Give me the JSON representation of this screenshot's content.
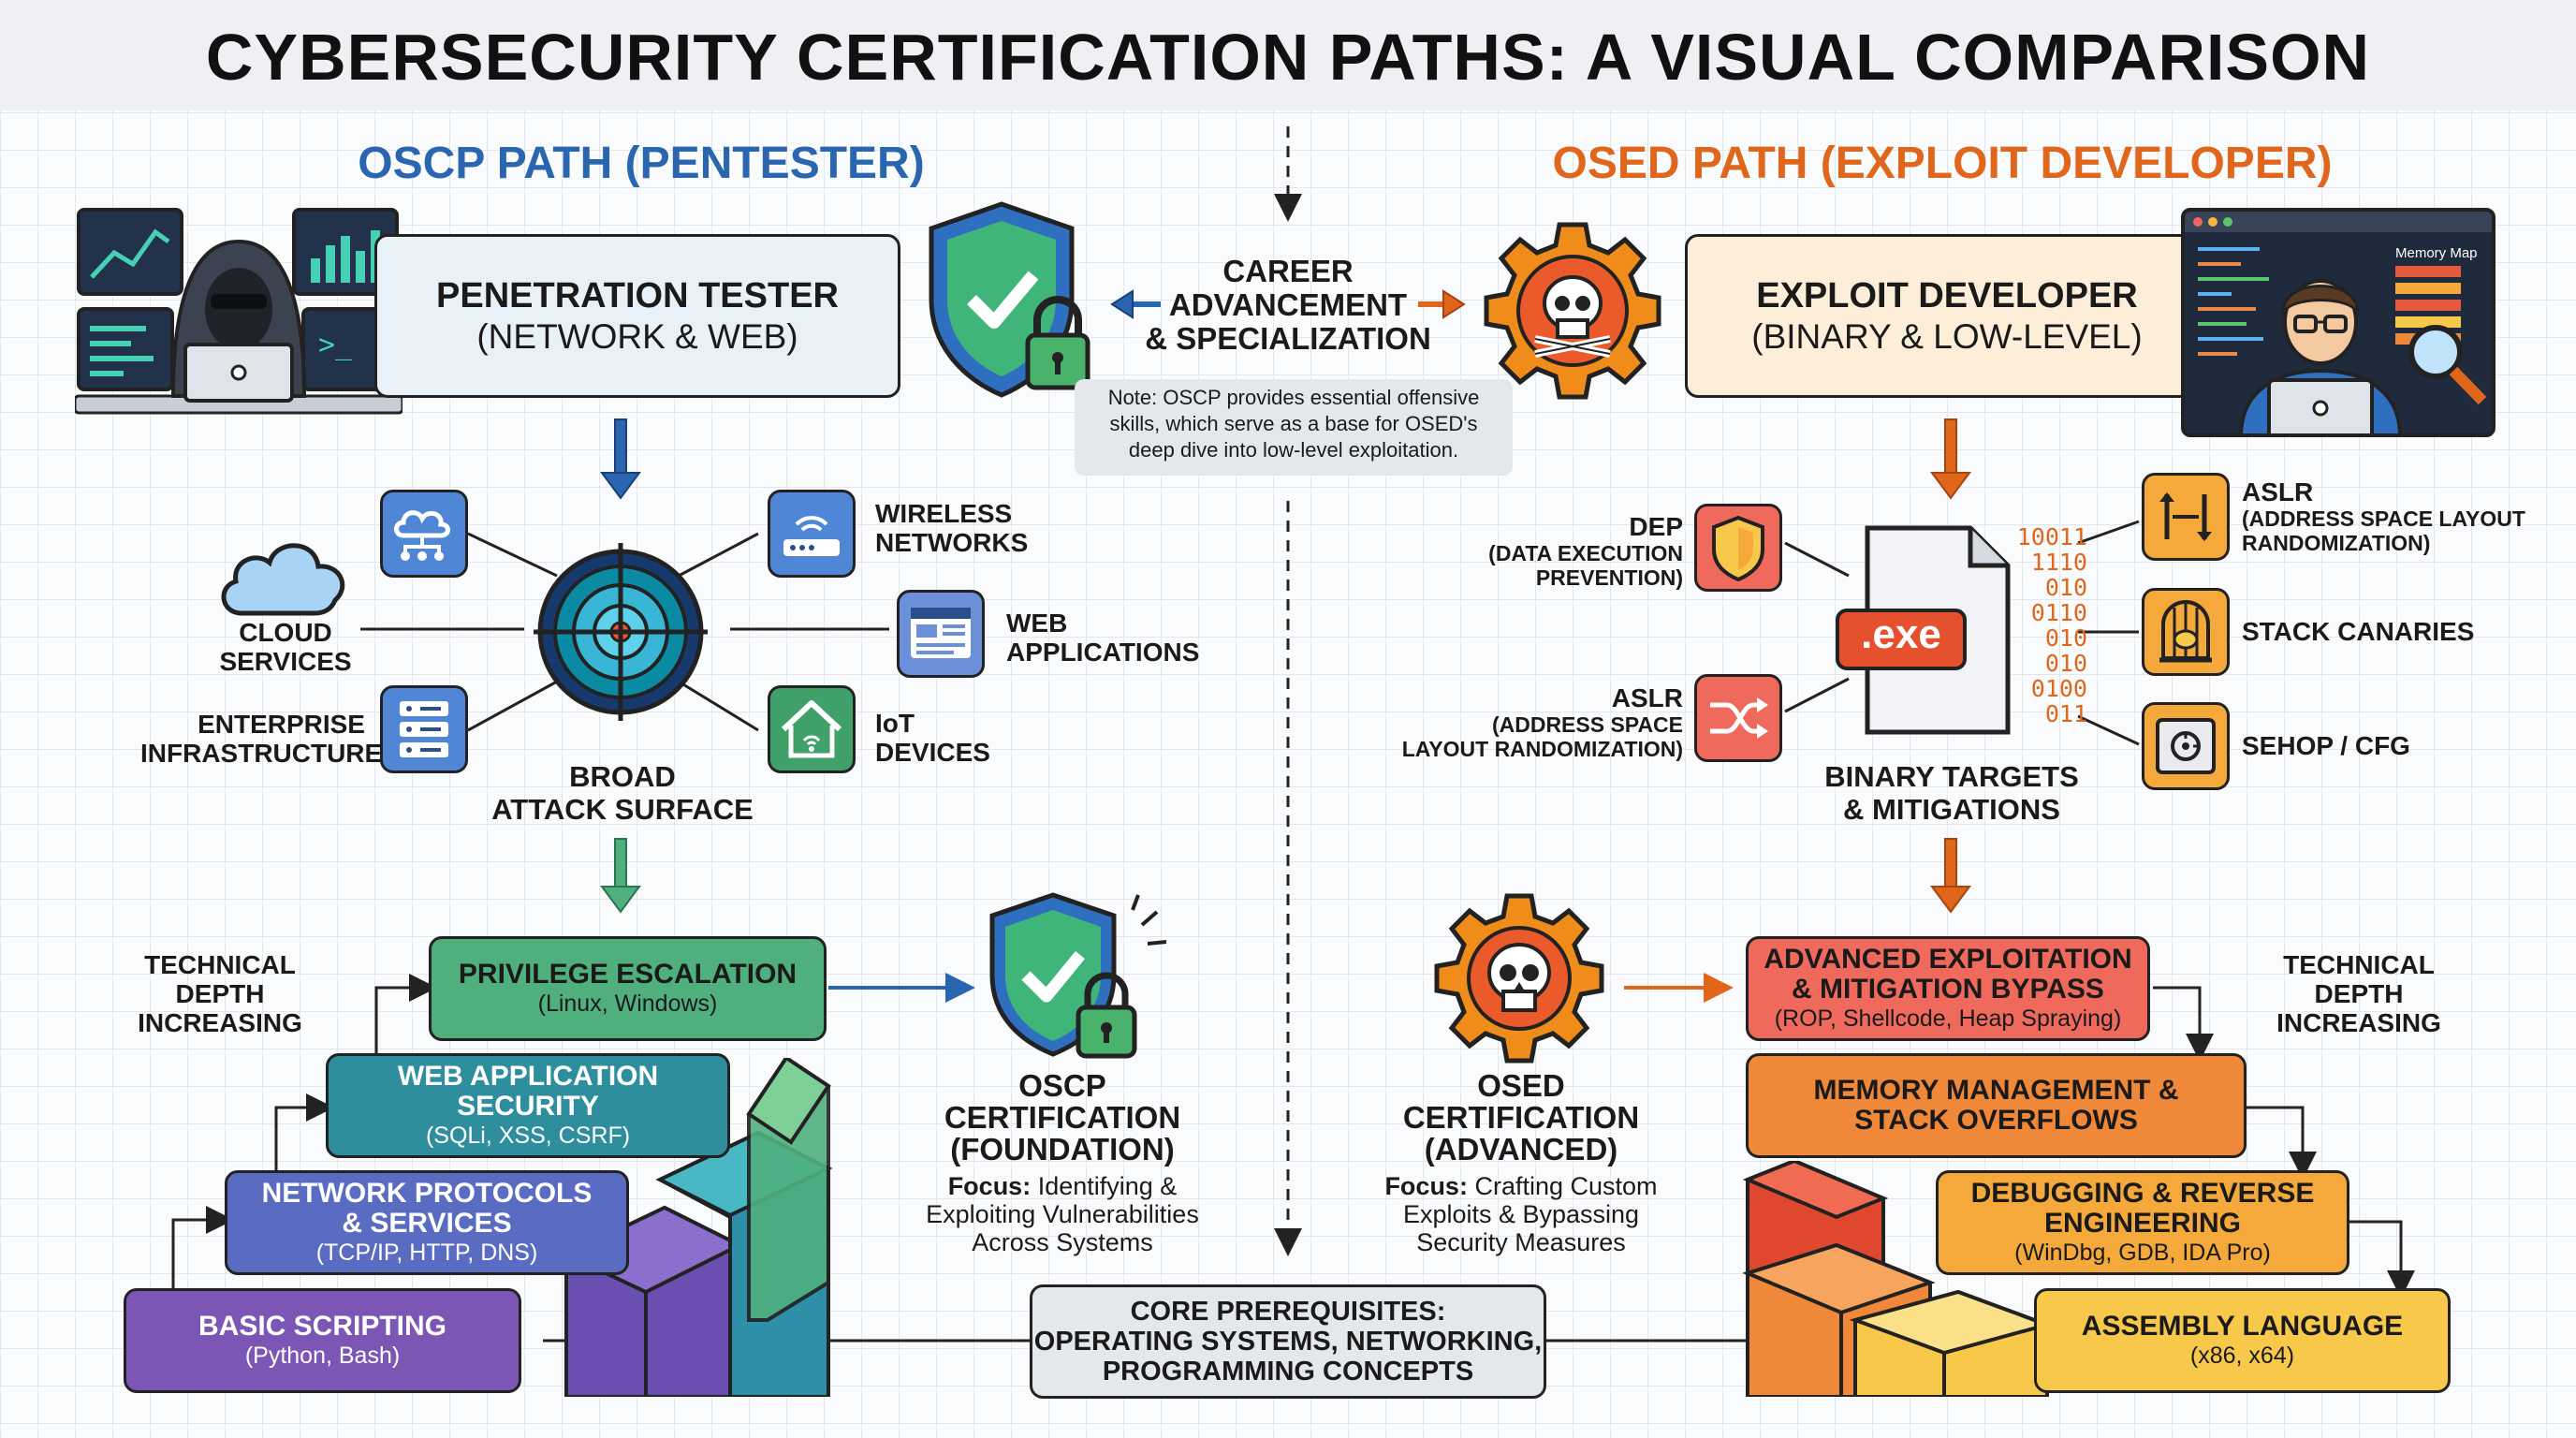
{
  "title": "CYBERSECURITY CERTIFICATION PATHS: A VISUAL COMPARISON",
  "colors": {
    "oscp_blue": "#2a66b0",
    "osed_orange": "#e0661c",
    "navy": "#233a63"
  },
  "center": {
    "career_title": "CAREER ADVANCEMENT & SPECIALIZATION",
    "career_lines": [
      "CAREER",
      "ADVANCEMENT",
      "& SPECIALIZATION"
    ],
    "note": "Note: OSCP provides essential offensive skills, which serve as a base for OSED's deep dive into low-level exploitation.",
    "core_lines": [
      "CORE PREREQUISITES:",
      "OPERATING SYSTEMS, NETWORKING,",
      "PROGRAMMING CONCEPTS"
    ]
  },
  "oscp": {
    "heading": "OSCP PATH (PENTESTER)",
    "role_title": "PENETRATION TESTER",
    "role_sub": "(NETWORK & WEB)",
    "surface_lines": [
      "BROAD",
      "ATTACK SURFACE"
    ],
    "surface_items": [
      {
        "lines": [
          "CLOUD",
          "SERVICES"
        ],
        "icon": "cloud-icon"
      },
      {
        "lines": [
          "ENTERPRISE",
          "INFRASTRUCTURE"
        ],
        "icon": "server-icon"
      },
      {
        "lines": [
          "WIRELESS",
          "NETWORKS"
        ],
        "icon": "router-icon"
      },
      {
        "lines": [
          "WEB",
          "APPLICATIONS"
        ],
        "icon": "browser-icon"
      },
      {
        "lines": [
          "IoT",
          "DEVICES"
        ],
        "icon": "home-icon"
      }
    ],
    "depth_lines": [
      "TECHNICAL",
      "DEPTH",
      "INCREASING"
    ],
    "steps": [
      {
        "title": "PRIVILEGE ESCALATION",
        "sub": "(Linux, Windows)",
        "color": "#4fb07e"
      },
      {
        "title": "WEB APPLICATION SECURITY",
        "sub": "(SQLi, XSS, CSRF)",
        "color": "#2f8e9e"
      },
      {
        "title_lines": [
          "NETWORK PROTOCOLS",
          "& SERVICES"
        ],
        "sub": "(TCP/IP, HTTP, DNS)",
        "color": "#5a6bc2"
      },
      {
        "title": "BASIC SCRIPTING",
        "sub": "(Python, Bash)",
        "color": "#7b56b5"
      }
    ],
    "cert_lines": [
      "OSCP",
      "CERTIFICATION",
      "(FOUNDATION)"
    ],
    "focus_label": "Focus:",
    "focus_lines": [
      "Identifying &",
      "Exploiting Vulnerabilities",
      "Across Systems"
    ]
  },
  "osed": {
    "heading": "OSED PATH (EXPLOIT DEVELOPER)",
    "role_title": "EXPLOIT DEVELOPER",
    "role_sub": "(BINARY & LOW-LEVEL)",
    "memory_map": "Memory Map",
    "exe": ".exe",
    "binary_lines": [
      "10011",
      "1110",
      "010",
      "0110",
      "010",
      "010",
      "0100",
      "011"
    ],
    "targets_lines": [
      "BINARY TARGETS",
      "& MITIGATIONS"
    ],
    "mitigations": [
      {
        "title": "DEP",
        "sub_lines": [
          "(DATA EXECUTION",
          "PREVENTION)"
        ],
        "icon": "shield-icon"
      },
      {
        "title": "ASLR",
        "sub_lines": [
          "(ADDRESS SPACE",
          "LAYOUT RANDOMIZATION)"
        ],
        "icon": "shuffle-icon"
      },
      {
        "title": "ASLR",
        "sub_lines": [
          "(ADDRESS SPACE LAYOUT",
          "RANDOMIZATION)"
        ],
        "icon": "arrows-icon"
      },
      {
        "title": "STACK CANARIES",
        "sub_lines": [],
        "icon": "birdcage-icon"
      },
      {
        "title": "SEHOP / CFG",
        "sub_lines": [],
        "icon": "safe-icon"
      }
    ],
    "depth_lines": [
      "TECHNICAL",
      "DEPTH",
      "INCREASING"
    ],
    "steps": [
      {
        "title_lines": [
          "ADVANCED EXPLOITATION",
          "& MITIGATION BYPASS"
        ],
        "sub": "(ROP, Shellcode, Heap Spraying)",
        "color": "#ef6a5c"
      },
      {
        "title_lines": [
          "MEMORY MANAGEMENT &",
          "STACK OVERFLOWS"
        ],
        "sub": "",
        "color": "#f0883a"
      },
      {
        "title_lines": [
          "DEBUGGING & REVERSE",
          "ENGINEERING"
        ],
        "sub": "(WinDbg, GDB, IDA Pro)",
        "color": "#f4a93a"
      },
      {
        "title": "ASSEMBLY LANGUAGE",
        "sub": "(x86, x64)",
        "color": "#f7c84a"
      }
    ],
    "cert_lines": [
      "OSED",
      "CERTIFICATION",
      "(ADVANCED)"
    ],
    "focus_label": "Focus:",
    "focus_lines": [
      "Crafting Custom",
      "Exploits & Bypassing",
      "Security Measures"
    ]
  }
}
